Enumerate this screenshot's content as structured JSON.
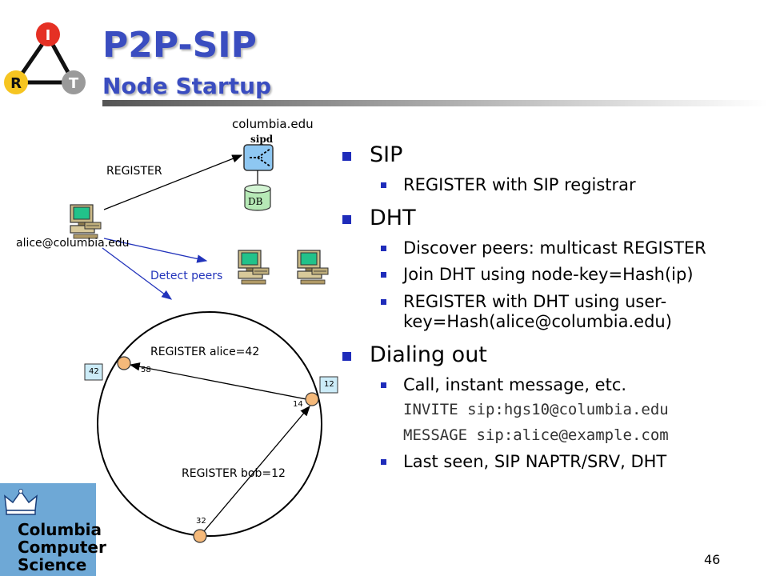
{
  "logo": {
    "letters": [
      "I",
      "R",
      "T"
    ]
  },
  "title": {
    "main": "P2P-SIP",
    "sub": "Node Startup"
  },
  "diagram": {
    "server_domain": "columbia.edu",
    "server_label": "sipd",
    "db_label": "DB",
    "register_label": "REGISTER",
    "client_label": "alice@columbia.edu",
    "detect_label": "Detect peers",
    "ring": {
      "register_alice": "REGISTER alice=42",
      "register_bob": "REGISTER bob=12",
      "node_58": "58",
      "node_14": "14",
      "node_32": "32",
      "box_42": "42",
      "box_12": "12"
    }
  },
  "bullets": {
    "sip": {
      "heading": "SIP",
      "item1": "REGISTER with SIP registrar"
    },
    "dht": {
      "heading": "DHT",
      "item1": "Discover peers: multicast REGISTER",
      "item2": "Join DHT using node-key=Hash(ip)",
      "item3": "REGISTER with DHT using user-key=Hash(alice@columbia.edu)"
    },
    "dialing": {
      "heading": "Dialing out",
      "item1": "Call, instant message, etc.",
      "code1": "INVITE sip:hgs10@columbia.edu",
      "code2": "MESSAGE sip:alice@example.com",
      "item2": "Last seen, SIP NAPTR/SRV, DHT"
    }
  },
  "footer": {
    "logo_lines": [
      "Columbia",
      "Computer",
      "Science"
    ],
    "page_number": "46"
  },
  "colors": {
    "title": "#3a4dc0",
    "bullet": "#1f2cba",
    "detect": "#2233bb",
    "logo_i": "#e53024",
    "logo_r": "#f6c521",
    "logo_t": "#9a9a9a",
    "cu_bg": "#6ea8d6"
  }
}
